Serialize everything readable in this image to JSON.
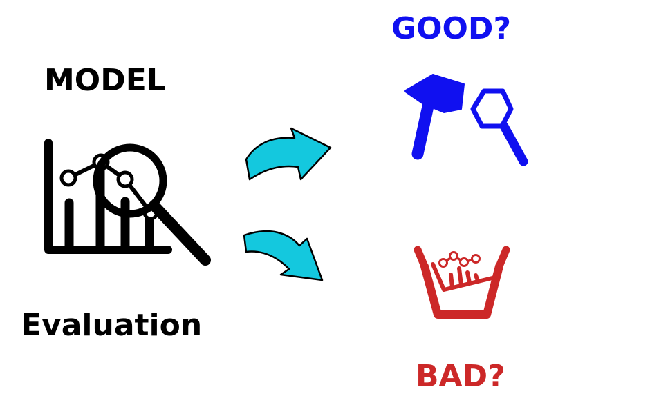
{
  "labels": {
    "model": "MODEL",
    "evaluation": "Evaluation",
    "good": "GOOD?",
    "bad": "BAD?"
  },
  "colors": {
    "ink": "#000000",
    "arrow_fill": "#14c8de",
    "good": "#1010f0",
    "bad": "#cc2828"
  },
  "icons": {
    "evaluation": "chart-magnifier-icon",
    "good": "hammer-magnifier-icon",
    "bad": "chart-in-bin-icon",
    "arrows": "curved-arrow-icon"
  }
}
